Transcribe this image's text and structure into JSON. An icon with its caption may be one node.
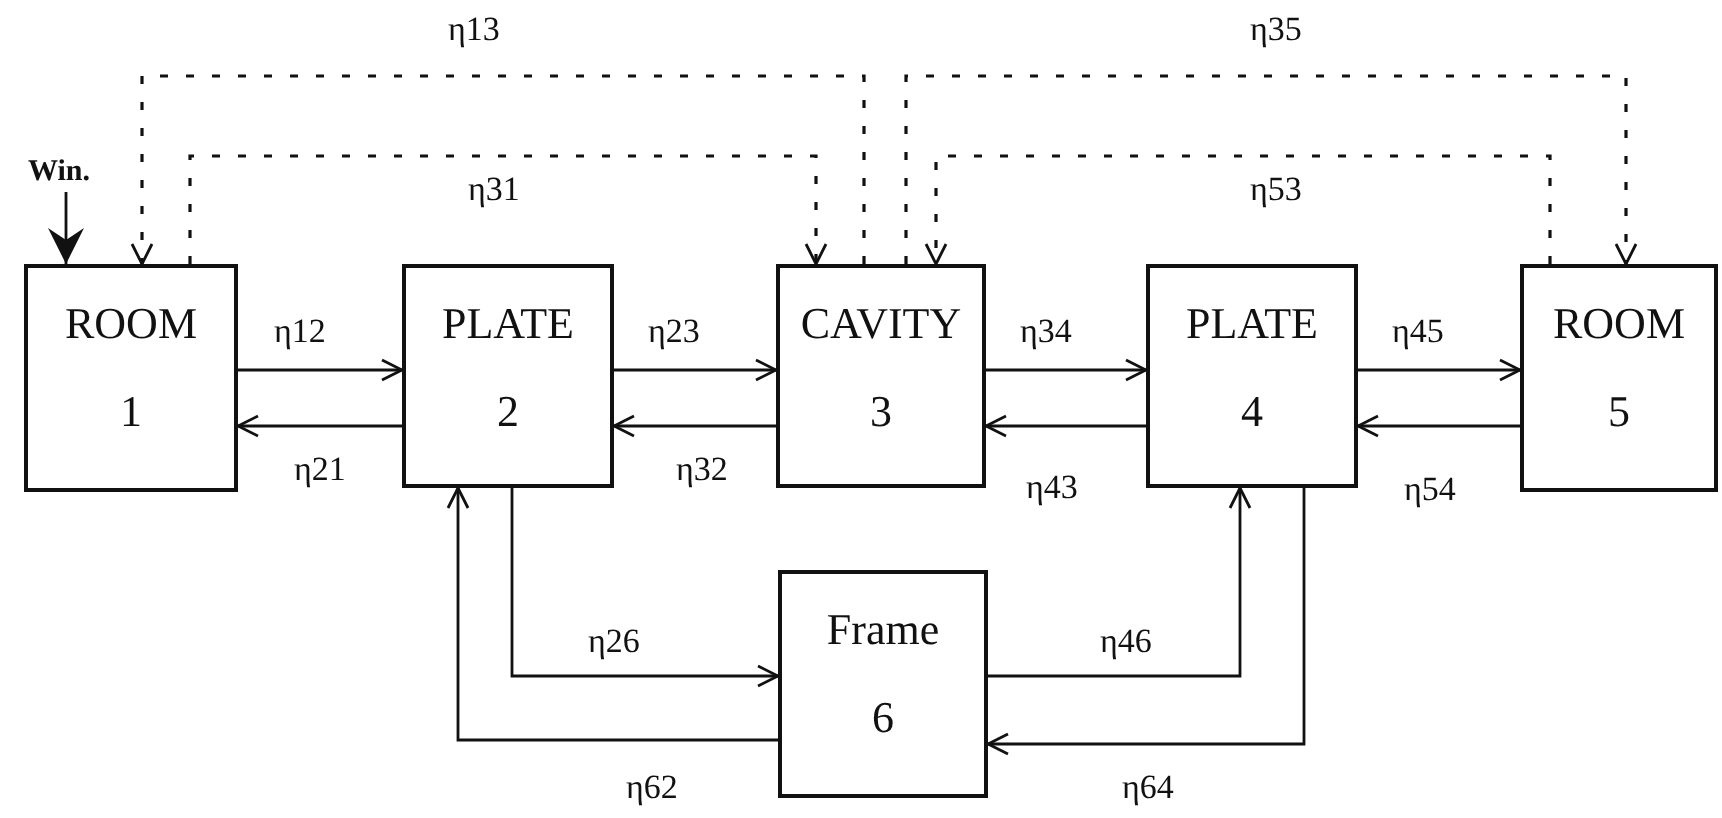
{
  "diagram": {
    "nodes": [
      {
        "text": [
          "Win."
        ]
      },
      {
        "text": [
          "ROOM",
          "1"
        ]
      },
      {
        "text": [
          "PLATE",
          "2"
        ]
      },
      {
        "text": [
          "CAVITY",
          "3"
        ]
      },
      {
        "text": [
          "PLATE",
          "4"
        ]
      },
      {
        "text": [
          "ROOM",
          "5"
        ]
      },
      {
        "text": [
          "Frame",
          "6"
        ]
      }
    ],
    "edges": [
      {
        "from": 0,
        "to": 1,
        "arrow": "to"
      },
      {
        "from": 1,
        "to": 2,
        "arrow": "to",
        "label": "η12"
      },
      {
        "from": 2,
        "to": 1,
        "arrow": "to",
        "label": "η21"
      },
      {
        "from": 2,
        "to": 3,
        "arrow": "to",
        "label": "η23"
      },
      {
        "from": 3,
        "to": 2,
        "arrow": "to",
        "label": "η32"
      },
      {
        "from": 3,
        "to": 4,
        "arrow": "to",
        "label": "η34"
      },
      {
        "from": 4,
        "to": 3,
        "arrow": "to",
        "label": "η43"
      },
      {
        "from": 4,
        "to": 5,
        "arrow": "to",
        "label": "η45"
      },
      {
        "from": 5,
        "to": 4,
        "arrow": "to",
        "label": "η54"
      },
      {
        "from": 2,
        "to": 6,
        "arrow": "to",
        "label": "η26"
      },
      {
        "from": 6,
        "to": 2,
        "arrow": "to",
        "label": "η62"
      },
      {
        "from": 6,
        "to": 4,
        "arrow": "to",
        "label": "η46"
      },
      {
        "from": 4,
        "to": 6,
        "arrow": "to",
        "label": "η64"
      },
      {
        "from": 3,
        "to": 1,
        "arrow": "to",
        "label": "η13",
        "style": "dashed"
      },
      {
        "from": 1,
        "to": 3,
        "arrow": "to",
        "label": "η31",
        "style": "dashed"
      },
      {
        "from": 3,
        "to": 5,
        "arrow": "to",
        "label": "η35",
        "style": "dashed"
      },
      {
        "from": 5,
        "to": 3,
        "arrow": "to",
        "label": "η53",
        "style": "dashed"
      }
    ]
  }
}
